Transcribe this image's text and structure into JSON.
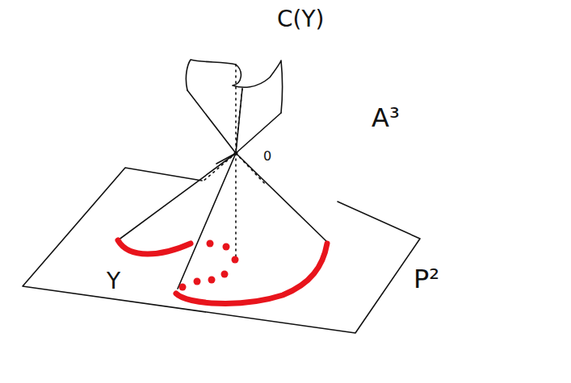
{
  "diagram": {
    "labels": [
      "C(Y)",
      "A³",
      "0",
      "Y",
      "P²"
    ]
  }
}
